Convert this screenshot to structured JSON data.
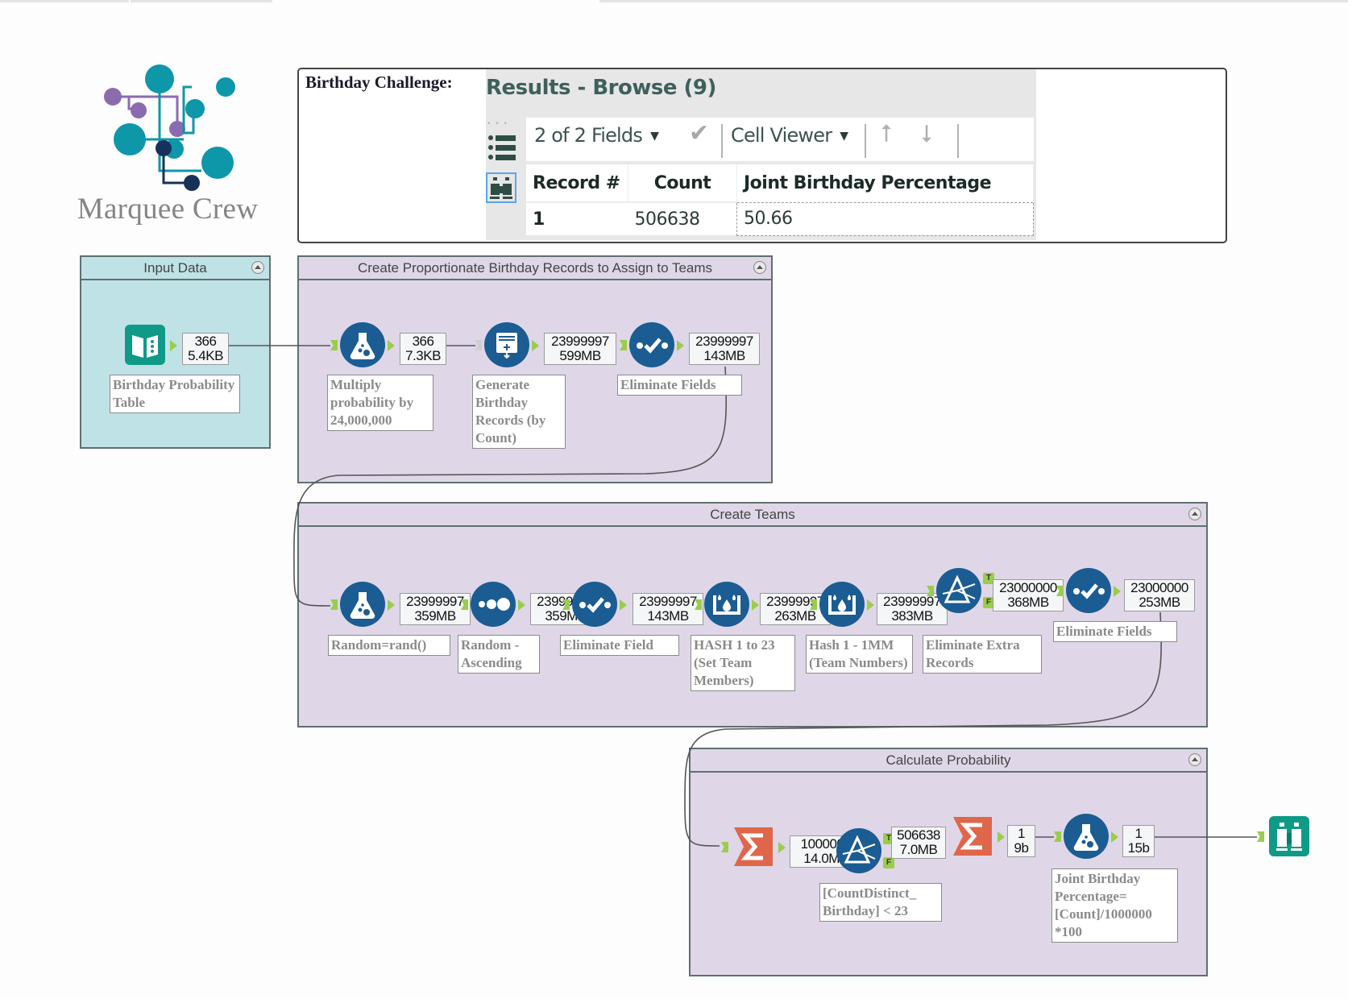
{
  "logo": {
    "text": "Marquee Crew",
    "colors": {
      "purple": "#8a6bb0",
      "teal": "#0e97a8",
      "navy": "#16325a"
    }
  },
  "challenge": {
    "label": "Birthday Challenge:",
    "results": {
      "title": "Results - Browse (9)",
      "toolbar": {
        "fields_selector": "2 of 2 Fields",
        "viewer_selector": "Cell Viewer"
      },
      "columns": [
        "Record #",
        "Count",
        "Joint Birthday Percentage"
      ],
      "rows": [
        {
          "record": "1",
          "count": "506638",
          "joint_birthday_percentage": "50.66"
        }
      ]
    }
  },
  "containers": {
    "input_data": {
      "title": "Input Data",
      "tools": [
        {
          "name": "Input Data",
          "icon": "book-icon",
          "annotation": "Birthday Probability Table",
          "records": "366",
          "size": "5.4KB"
        }
      ]
    },
    "proportionate": {
      "title": "Create Proportionate Birthday Records to Assign to Teams",
      "tools": [
        {
          "name": "Formula",
          "icon": "flask-icon",
          "annotation": "Multiply probability by 24,000,000",
          "records": "366",
          "size": "7.3KB"
        },
        {
          "name": "Generate Rows",
          "icon": "generate-rows-icon",
          "annotation": "Generate Birthday Records (by Count)",
          "records": "23999997",
          "size": "599MB"
        },
        {
          "name": "Select",
          "icon": "select-check-icon",
          "annotation": "Eliminate Fields",
          "records": "23999997",
          "size": "143MB"
        }
      ]
    },
    "create_teams": {
      "title": "Create Teams",
      "tools": [
        {
          "name": "Formula",
          "icon": "flask-icon",
          "annotation": "Random=rand()",
          "records": "23999997",
          "size": "359MB"
        },
        {
          "name": "Sort",
          "icon": "sort-dots-icon",
          "annotation": "Random - Ascending",
          "records": "23999997",
          "size": "359MB"
        },
        {
          "name": "Select",
          "icon": "select-check-icon",
          "annotation": "Eliminate Field",
          "records": "23999997",
          "size": "143MB"
        },
        {
          "name": "Tile",
          "icon": "tile-bucket-icon",
          "annotation": "HASH 1 to 23 (Set Team Members)",
          "records": "23999997",
          "size": "263MB"
        },
        {
          "name": "Tile",
          "icon": "tile-bucket-icon",
          "annotation": "Hash 1 - 1MM (Team Numbers)",
          "records": "23999997",
          "size": "383MB"
        },
        {
          "name": "Filter",
          "icon": "filter-prism-icon",
          "annotation": "Eliminate Extra Records",
          "records": "23000000",
          "size": "368MB"
        },
        {
          "name": "Select",
          "icon": "select-check-icon",
          "annotation": "Eliminate Fields",
          "records": "23000000",
          "size": "253MB"
        }
      ]
    },
    "calculate": {
      "title": "Calculate Probability",
      "tools": [
        {
          "name": "Summarize",
          "icon": "sigma-icon",
          "annotation": "",
          "records": "1000000",
          "size": "14.0MB"
        },
        {
          "name": "Filter",
          "icon": "filter-prism-icon",
          "annotation": "[CountDistinct_ Birthday] < 23",
          "records": "506638",
          "size": "7.0MB"
        },
        {
          "name": "Summarize",
          "icon": "sigma-icon",
          "annotation": "",
          "records": "1",
          "size": "9b"
        },
        {
          "name": "Formula",
          "icon": "flask-icon",
          "annotation": "Joint Birthday Percentage= [Count]/1000000 *100",
          "records": "1",
          "size": "15b"
        }
      ]
    }
  },
  "browse_tool": {
    "name": "Browse",
    "icon": "binoculars-icon"
  },
  "anchor_labels": {
    "true": "T",
    "false": "F"
  },
  "colors": {
    "tool_blue": "#1b5c93",
    "tool_teal": "#0f9a87",
    "summarize_orange": "#e0664a",
    "anchor_green": "#9acd4a",
    "container_teal": "#bfe2e6",
    "container_lavender": "#dfd7e8"
  }
}
